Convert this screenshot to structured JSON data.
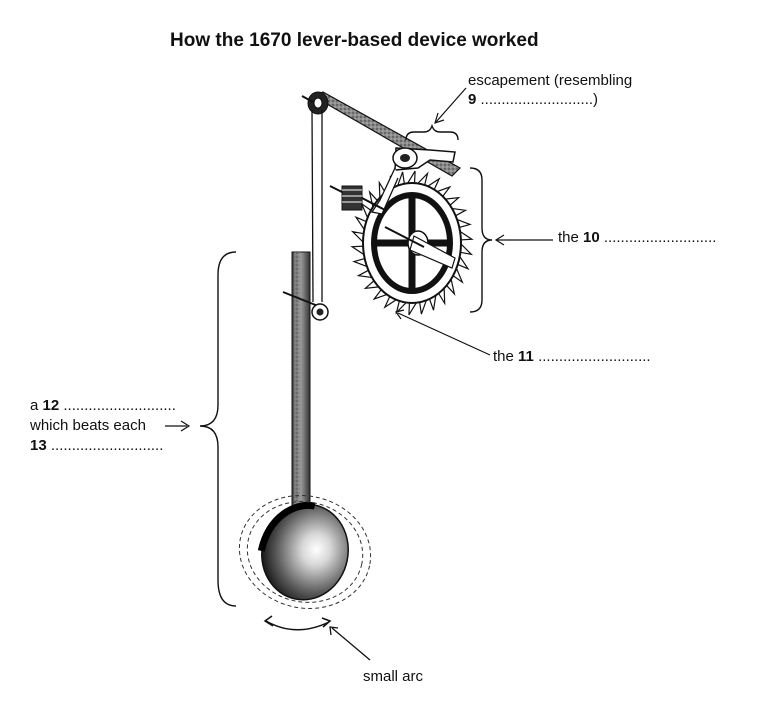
{
  "title": "How the 1670 lever-based device worked",
  "labels": {
    "escapement_line1": "escapement (resembling",
    "escapement_num": "9",
    "escapement_dots": "...........................)",
    "q10_prefix": "the",
    "q10_num": "10",
    "q10_dots": "...........................",
    "q11_prefix": "the",
    "q11_num": "11",
    "q11_dots": "...........................",
    "q12_prefix": "a",
    "q12_num": "12",
    "q12_dots": "...........................",
    "beats_text": "which beats each",
    "q13_num": "13",
    "q13_dots": "...........................",
    "small_arc": "small arc"
  }
}
